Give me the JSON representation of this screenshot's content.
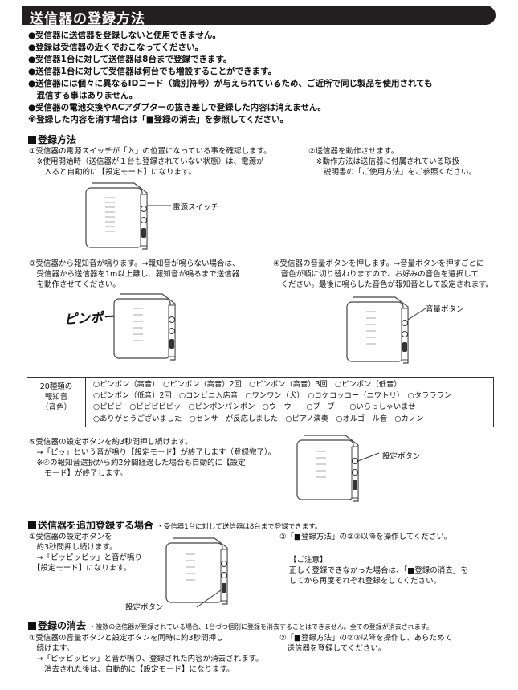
{
  "title": "送信器の登録方法",
  "bullets": [
    "●受信器に送信器を登録しないと使用できません。",
    "●登録は受信器の近くでおこなってください。",
    "●受信器1台に対して送信器は8台まで登録できます。",
    "●送信器1台に対して受信器は何台でも増設することができます。",
    "●送信器には個々に異なるIDコード（識別符号）が与えられているため、ご近所で同じ製品を使用されても",
    "　混信する事はありません。",
    "●受信器の電池交換やACアダプターの抜き差しで登録した内容は消えません。",
    "※登録した内容を消す場合は「■登録の消去」を参照してください。"
  ],
  "registration": {
    "heading": "登録方法",
    "step1": [
      "①受信器の電源スイッチが「入」の位置になっている事を確認します。",
      "　※使用開始時（送信器が１台も登録されていない状態）は、電源が",
      "　　入ると自動的に【設定モード】になります。"
    ],
    "step2": [
      "②送信器を動作させます。",
      "　※動作方法は送信器に付属されている取扱",
      "　　説明書の「ご使用方法」をご参照ください。"
    ],
    "power_label": "電源スイッチ",
    "step3": [
      "③受信器から報知音が鳴ります。→報知音が鳴らない場合は、",
      "　受信器から送信器を1m以上離し、報知音が鳴るまで送信器",
      "　を動作させてください。"
    ],
    "chime_text": "ピンポーン",
    "step4": [
      "④受信器の音量ボタンを押します。→音量ボタンを押すごとに",
      "　音色が順に切り替わりますので、お好みの音色を選択して",
      "　ください。最後に鳴らした音色が報知音として設定されます。"
    ],
    "volume_label": "音量ボタン"
  },
  "sounds": {
    "head": [
      "20種類の",
      "報知音",
      "（音色）"
    ],
    "lines": [
      "○ピンポン（高音）　○ピンポン（高音）2回　○ピンポン（高音）3回　○ピンポン（低音）",
      "○ピンポン（低音）2回　○コンビニ入店音　○ワンワン（犬）　○コケコッコー（ニワトリ）　○タラララン",
      "○ピピピ　○ピピピピピッ　○ピンポンパンポン　○ウーウー　○ブーブー　○いらっしゃいませ",
      "○ありがとうございました　○センサーが反応しました　○ピアノ演奏　○オルゴール音　○カノン"
    ]
  },
  "step5": [
    "⑤受信器の設定ボタンを約3秒間押し続けます。",
    "　→「ピッ」という音が鳴り【設定モード】が終了します（登録完了）。",
    "　※④の報知音選択から約2分間経過した場合も自動的に【設定",
    "　　モード】が終了します。"
  ],
  "setting_label": "設定ボタン",
  "add": {
    "heading": "送信器を追加登録する場合",
    "note": "・受信器1台に対して送信器は8台まで登録できます。",
    "step1": [
      "①受信器の設定ボタンを",
      "　約3秒間押し続けます。",
      "　→「ピッピッピッ」と音が鳴り",
      "　【設定モード】になります。"
    ],
    "step2": "②「■登録方法」の②③以降を操作してください。",
    "caution_title": "【ご注意】",
    "caution": [
      "正しく登録できなかった場合は、「■登録の消去」を",
      "してから再度それぞれ登録をしてください。"
    ],
    "setting_label": "設定ボタン"
  },
  "erase": {
    "heading": "登録の消去",
    "note": "・複数の送信器が登録されている場合、1台づつ個別に登録を消去することはできません。全ての登録が消去されます。",
    "step1": [
      "①受信器の音量ボタンと設定ボタンを同時に約3秒間押し",
      "　続けます。",
      "　→「ピッピッピッ」と音が鳴り、登録された内容が消去されます。",
      "　　消去された後は、自動的に【設定モード】になります。"
    ],
    "step2": [
      "②「■登録方法」の②③以降を操作し、あらためて",
      "　送信器を登録してください。"
    ]
  }
}
